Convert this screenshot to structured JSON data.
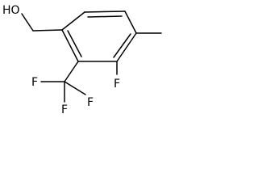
{
  "molecule": {
    "atoms": {
      "hydroxyl": "HO",
      "ring_fluorine": "F",
      "cf3_fluorine_left": "F",
      "cf3_fluorine_bottom": "F",
      "cf3_fluorine_right": "F"
    },
    "colors": {
      "bond": "#000000",
      "label": "#000000",
      "background": "#ffffff"
    }
  }
}
